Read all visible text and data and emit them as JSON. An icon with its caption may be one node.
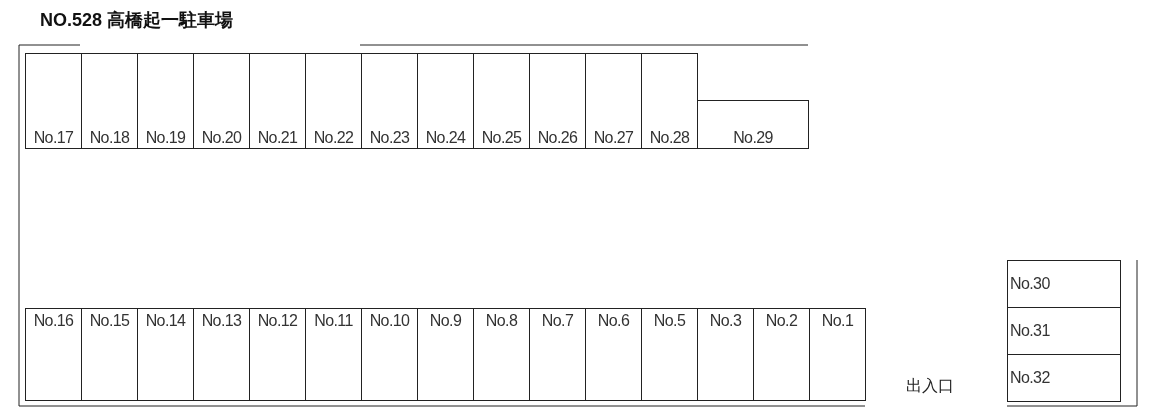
{
  "diagram": {
    "title": "NO.528  高橋起一駐車場",
    "nodes": [
      {
        "text": [
          "No.17"
        ]
      },
      {
        "text": [
          "No.18"
        ]
      },
      {
        "text": [
          "No.19"
        ]
      },
      {
        "text": [
          "No.20"
        ]
      },
      {
        "text": [
          "No.21"
        ]
      },
      {
        "text": [
          "No.22"
        ]
      },
      {
        "text": [
          "No.23"
        ]
      },
      {
        "text": [
          "No.24"
        ]
      },
      {
        "text": [
          "No.25"
        ]
      },
      {
        "text": [
          "No.26"
        ]
      },
      {
        "text": [
          "No.27"
        ]
      },
      {
        "text": [
          "No.28"
        ]
      },
      {
        "text": [
          "No.29"
        ]
      },
      {
        "text": [
          "No.30"
        ]
      },
      {
        "text": [
          "No.16"
        ]
      },
      {
        "text": [
          "No.15"
        ]
      },
      {
        "text": [
          "No.14"
        ]
      },
      {
        "text": [
          "No.13"
        ]
      },
      {
        "text": [
          "No.12"
        ]
      },
      {
        "text": [
          "No.11"
        ]
      },
      {
        "text": [
          "No.10"
        ]
      },
      {
        "text": [
          "No.9"
        ]
      },
      {
        "text": [
          "No.8"
        ]
      },
      {
        "text": [
          "No.7"
        ]
      },
      {
        "text": [
          "No.6"
        ]
      },
      {
        "text": [
          "No.5"
        ]
      },
      {
        "text": [
          "No.3"
        ]
      },
      {
        "text": [
          "No.2"
        ]
      },
      {
        "text": [
          "No.1"
        ]
      },
      {
        "text": [
          "No.31"
        ]
      },
      {
        "text": [
          "No.32"
        ]
      }
    ],
    "labels": [
      "出入口"
    ]
  }
}
